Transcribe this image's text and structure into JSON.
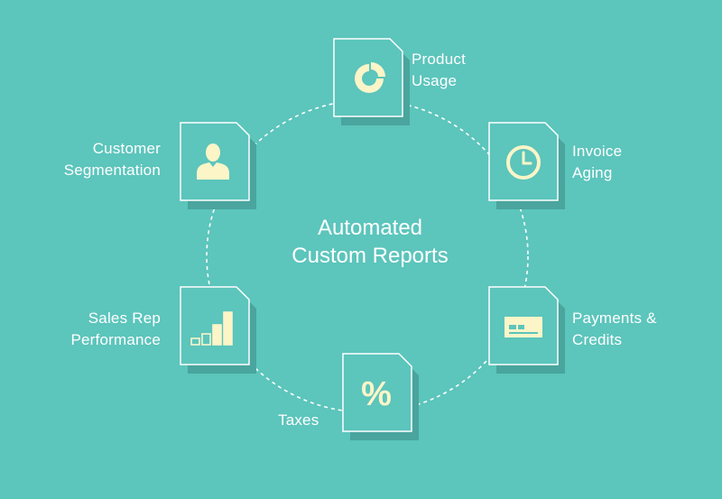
{
  "center": {
    "title": "Automated\nCustom Reports"
  },
  "nodes": {
    "product_usage": {
      "label": "Product\nUsage",
      "icon": "donut-chart-icon"
    },
    "invoice_aging": {
      "label": "Invoice\nAging",
      "icon": "clock-icon"
    },
    "payments_credits": {
      "label": "Payments &\nCredits",
      "icon": "credit-card-icon"
    },
    "taxes": {
      "label": "Taxes",
      "icon": "percent-icon"
    },
    "sales_rep_performance": {
      "label": "Sales Rep\nPerformance",
      "icon": "bar-chart-icon"
    },
    "customer_segmentation": {
      "label": "Customer\nSegmentation",
      "icon": "user-silhouette-icon"
    }
  },
  "colors": {
    "background": "#5cc5bc",
    "shadow": "#49a59d",
    "line": "#ffffff",
    "icon": "#fbf5c8"
  }
}
